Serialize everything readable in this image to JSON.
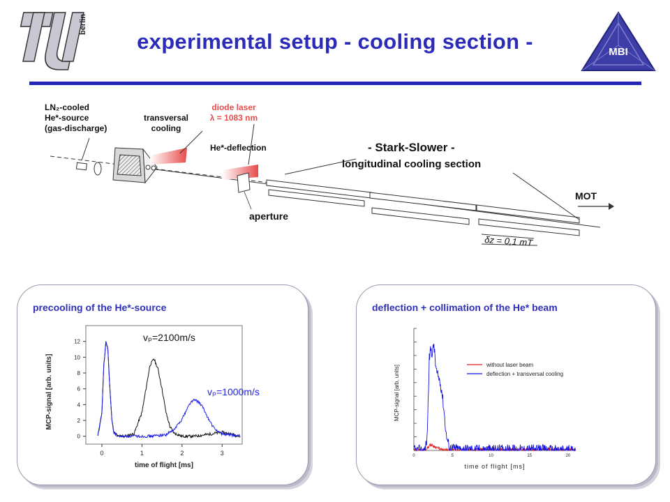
{
  "header": {
    "title": "experimental setup  - cooling section -",
    "tu_logo": {
      "mark": "TU",
      "text": "berlin"
    },
    "mbi_logo": {
      "text": "MBI"
    }
  },
  "setup": {
    "source_label": [
      "LN₂-cooled",
      "He*-source",
      "(gas-discharge)"
    ],
    "transversal_label": [
      "transversal",
      "cooling"
    ],
    "diode_label": [
      "diode laser",
      "λ = 1083 nm"
    ],
    "deflection_label": "He*-deflection",
    "stark_title": "- Stark-Slower -",
    "stark_subtitle": "longitudinal cooling section",
    "aperture_label": "aperture",
    "mot_label": "MOT",
    "field_label": "δz = 0,1 mT"
  },
  "left_panel": {
    "title": "precooling of the He*-source",
    "chart_data": {
      "type": "line",
      "xlabel": "time of flight [ms]",
      "ylabel": "MCP-signal [arb. units]",
      "xlim": [
        -0.4,
        3.5
      ],
      "ylim": [
        -1,
        14
      ],
      "xticks": [
        "0",
        "1",
        "2",
        "3"
      ],
      "yticks": [
        "0",
        "2",
        "4",
        "6",
        "8",
        "10",
        "12"
      ],
      "annotations": [
        "vₚ=2100m/s",
        "vₚ=1000m/s"
      ],
      "series": [
        {
          "color": "#111111",
          "x": [
            -0.1,
            0,
            0.05,
            0.1,
            0.15,
            0.2,
            0.25,
            0.3,
            0.4,
            0.6,
            0.8,
            1.0,
            1.1,
            1.2,
            1.3,
            1.4,
            1.5,
            1.6,
            1.7,
            1.8,
            2.0,
            2.3,
            2.6,
            3.0,
            3.3,
            3.45
          ],
          "y": [
            0,
            3,
            9,
            12,
            11,
            6,
            2,
            0.5,
            0,
            0,
            0.3,
            3,
            6,
            9,
            9.8,
            8.5,
            6,
            3,
            1.2,
            0.4,
            0,
            0,
            0.2,
            0.5,
            0.2,
            0
          ]
        },
        {
          "color": "#1f1fe6",
          "x": [
            -0.1,
            0,
            0.05,
            0.1,
            0.15,
            0.2,
            0.25,
            0.3,
            0.4,
            0.8,
            1.2,
            1.6,
            1.8,
            2.0,
            2.1,
            2.2,
            2.3,
            2.4,
            2.5,
            2.6,
            2.7,
            2.8,
            2.9,
            3.0,
            3.3,
            3.45
          ],
          "y": [
            0,
            3,
            9,
            12,
            11,
            6,
            2,
            0.5,
            0,
            0,
            0,
            0.2,
            0.8,
            2.2,
            3.2,
            4.2,
            4.6,
            4.4,
            3.8,
            2.8,
            1.8,
            1.0,
            0.6,
            0.3,
            0.1,
            0
          ]
        }
      ]
    }
  },
  "right_panel": {
    "title": "deflection + collimation of the He* beam",
    "chart_data": {
      "type": "line",
      "xlabel": "time of flight [ms]",
      "ylabel": "MCP-signal [arb. units]",
      "xlim": [
        0,
        21
      ],
      "xticks": [
        "0",
        "5",
        "10",
        "15",
        "20"
      ],
      "legend": [
        "without laser beam",
        "deflection + transversal cooling"
      ],
      "legend_placement": "top-right",
      "series": [
        {
          "name": "without laser beam",
          "color": "#e02020",
          "x": [
            0,
            1.5,
            1.8,
            2.0,
            2.2,
            2.4,
            2.6,
            2.8,
            3.2,
            3.6,
            4.5,
            8,
            12,
            16,
            20,
            21
          ],
          "y": [
            0,
            0,
            0.6,
            0.9,
            1.1,
            1.0,
            0.8,
            0.7,
            0.4,
            0.1,
            0,
            0.15,
            0.1,
            0.15,
            0.1,
            0
          ]
        },
        {
          "name": "deflection + transversal cooling",
          "color": "#1010e0",
          "x": [
            0,
            1.4,
            1.7,
            1.9,
            2.0,
            2.2,
            2.4,
            2.6,
            2.8,
            3.0,
            3.3,
            3.6,
            3.9,
            4.2,
            4.6,
            6,
            10,
            15,
            21
          ],
          "y": [
            0,
            0,
            2,
            12,
            18,
            20,
            19,
            21,
            17,
            15,
            14,
            12,
            8,
            3,
            0.5,
            0.2,
            0.1,
            0.1,
            0
          ]
        }
      ]
    }
  },
  "colors": {
    "accent": "#2b2bb8",
    "laser": "#e84c4c"
  }
}
